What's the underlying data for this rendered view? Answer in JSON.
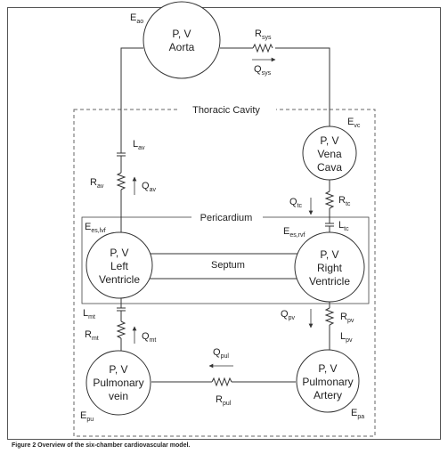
{
  "regions": {
    "thoracic": "Thoracic Cavity",
    "pericardium": "Pericardium",
    "septum": "Septum"
  },
  "nodes": {
    "aorta": {
      "line1": "P, V",
      "line2": "Aorta"
    },
    "vena_cava": {
      "line1": "P, V",
      "line2": "Vena",
      "line3": "Cava"
    },
    "left_ventricle": {
      "line1": "P, V",
      "line2": "Left",
      "line3": "Ventricle"
    },
    "right_ventricle": {
      "line1": "P, V",
      "line2": "Right",
      "line3": "Ventricle"
    },
    "pulmonary_vein": {
      "line1": "P, V",
      "line2": "Pulmonary",
      "line3": "vein"
    },
    "pulmonary_artery": {
      "line1": "P, V",
      "line2": "Pulmonary",
      "line3": "Artery"
    }
  },
  "labels": {
    "e_ao": {
      "main": "E",
      "sub": "ao"
    },
    "e_vc": {
      "main": "E",
      "sub": "vc"
    },
    "e_es_lvf": {
      "main": "E",
      "sub": "es,lvf"
    },
    "e_es_rvf": {
      "main": "E",
      "sub": "es,rvf"
    },
    "e_pu": {
      "main": "E",
      "sub": "pu"
    },
    "e_pa": {
      "main": "E",
      "sub": "pa"
    },
    "r_sys": {
      "main": "R",
      "sub": "sys"
    },
    "q_sys": {
      "main": "Q",
      "sub": "sys"
    },
    "l_av": {
      "main": "L",
      "sub": "av"
    },
    "r_av": {
      "main": "R",
      "sub": "av"
    },
    "q_av": {
      "main": "Q",
      "sub": "av"
    },
    "q_tc": {
      "main": "Q",
      "sub": "tc"
    },
    "r_tc": {
      "main": "R",
      "sub": "tc"
    },
    "l_tc": {
      "main": "L",
      "sub": "tc"
    },
    "l_mt": {
      "main": "L",
      "sub": "mt"
    },
    "r_mt": {
      "main": "R",
      "sub": "mt"
    },
    "q_mt": {
      "main": "Q",
      "sub": "mt"
    },
    "q_pv": {
      "main": "Q",
      "sub": "pv"
    },
    "r_pv": {
      "main": "R",
      "sub": "pv"
    },
    "l_pv": {
      "main": "L",
      "sub": "pv"
    },
    "q_pul": {
      "main": "Q",
      "sub": "pul"
    },
    "r_pul": {
      "main": "R",
      "sub": "pul"
    }
  },
  "caption": {
    "bold": "Figure 2 Overview of the six-chamber cardiovascular model."
  },
  "colors": {
    "line": "#333333",
    "dash": "#666666",
    "frame": "#555555"
  }
}
